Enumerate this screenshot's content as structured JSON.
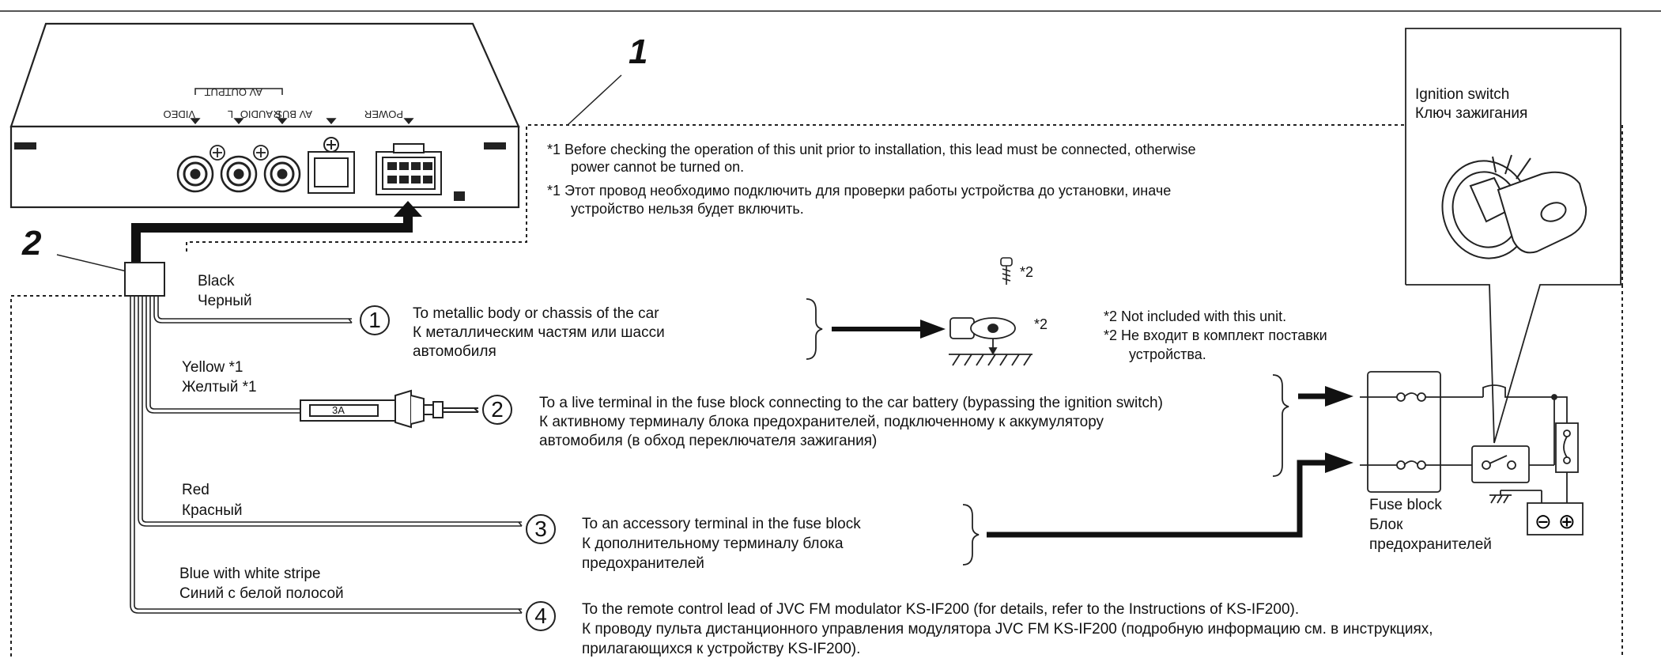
{
  "callouts": {
    "one": "1",
    "two": "2"
  },
  "unit": {
    "video": "VIDEO",
    "audio": "AUDIO",
    "audio_r": "R",
    "audio_l": "L",
    "av_output": "AV OUTPUT",
    "av_bus": "AV BUS",
    "power": "POWER"
  },
  "note1": {
    "en_line1": "*1 Before checking the operation of this unit prior to installation, this lead must be connected, otherwise",
    "en_line2": "power cannot be turned on.",
    "ru_line1": "*1 Этот провод необходимо подключить для проверки работы устройства до установки, иначе",
    "ru_line2": "устройство нельзя будет включить."
  },
  "ignition": {
    "en": "Ignition switch",
    "ru": "Ключ зажигания"
  },
  "wires": [
    {
      "num": "1",
      "label_en": "Black",
      "label_ru": "Черный",
      "dest": [
        "To metallic body or chassis of the car",
        "К металлическим частям или шасси",
        "автомобиля"
      ]
    },
    {
      "num": "2",
      "label_en": "Yellow *1",
      "label_ru": "Желтый *1",
      "fuse": "3A",
      "dest": [
        "To a live terminal in the fuse block connecting to the car battery (bypassing the ignition switch)",
        "К активному терминалу блока предохранителей, подключенному к аккумулятору",
        "автомобиля (в обход переключателя зажигания)"
      ]
    },
    {
      "num": "3",
      "label_en": "Red",
      "label_ru": "Красный",
      "dest": [
        "To an accessory terminal in the fuse block",
        "К дополнительному терминалу блока",
        "предохранителей"
      ]
    },
    {
      "num": "4",
      "label_en": "Blue with white stripe",
      "label_ru": "Синий с белой полосой",
      "dest": [
        "To the remote control lead of JVC FM modulator KS-IF200 (for details, refer to the Instructions of KS-IF200).",
        "К проводу пульта дистанционного управления модулятора JVC FM KS-IF200 (подробную информацию см. в инструкциях,",
        "прилагающихся к устройству KS-IF200)."
      ]
    }
  ],
  "ground": {
    "screw": "*2",
    "lug": "*2"
  },
  "note2": {
    "en": "*2  Not included with this unit.",
    "ru_line1": "*2  Не входит в комплект поставки",
    "ru_line2": "устройства."
  },
  "fuse_block": {
    "line1": "Fuse block",
    "line2": "Блок",
    "line3": "предохранителей"
  },
  "battery": {
    "minus": "⊖",
    "plus": "⊕"
  }
}
